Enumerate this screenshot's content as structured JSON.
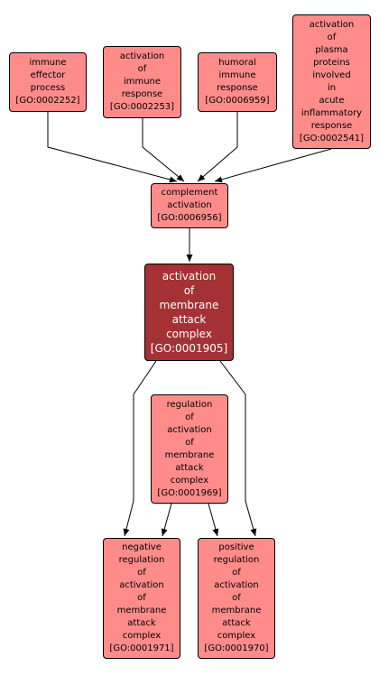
{
  "colors": {
    "node_fill": "#ff8c8a",
    "focus_fill": "#a43133",
    "edge": "#000000"
  },
  "nodes": {
    "n2252": {
      "lines": [
        "immune",
        "effector",
        "process",
        "[GO:0002252]"
      ]
    },
    "n2253": {
      "lines": [
        "activation",
        "of",
        "immune",
        "response",
        "[GO:0002253]"
      ]
    },
    "n6959": {
      "lines": [
        "humoral",
        "immune",
        "response",
        "[GO:0006959]"
      ]
    },
    "n2541": {
      "lines": [
        "activation",
        "of",
        "plasma",
        "proteins",
        "involved",
        "in",
        "acute",
        "inflammatory",
        "response",
        "[GO:0002541]"
      ]
    },
    "n6956": {
      "lines": [
        "complement",
        "activation",
        "[GO:0006956]"
      ]
    },
    "n1905": {
      "lines": [
        "activation",
        "of",
        "membrane",
        "attack",
        "complex",
        "[GO:0001905]"
      ]
    },
    "n1969": {
      "lines": [
        "regulation",
        "of",
        "activation",
        "of",
        "membrane",
        "attack",
        "complex",
        "[GO:0001969]"
      ]
    },
    "n1971": {
      "lines": [
        "negative",
        "regulation",
        "of",
        "activation",
        "of",
        "membrane",
        "attack",
        "complex",
        "[GO:0001971]"
      ]
    },
    "n1970": {
      "lines": [
        "positive",
        "regulation",
        "of",
        "activation",
        "of",
        "membrane",
        "attack",
        "complex",
        "[GO:0001970]"
      ]
    }
  },
  "edges": [
    [
      "n2252",
      "n6956"
    ],
    [
      "n2253",
      "n6956"
    ],
    [
      "n6959",
      "n6956"
    ],
    [
      "n2541",
      "n6956"
    ],
    [
      "n6956",
      "n1905"
    ],
    [
      "n1905",
      "n1971"
    ],
    [
      "n1905",
      "n1970"
    ],
    [
      "n1969",
      "n1971"
    ],
    [
      "n1969",
      "n1970"
    ]
  ]
}
